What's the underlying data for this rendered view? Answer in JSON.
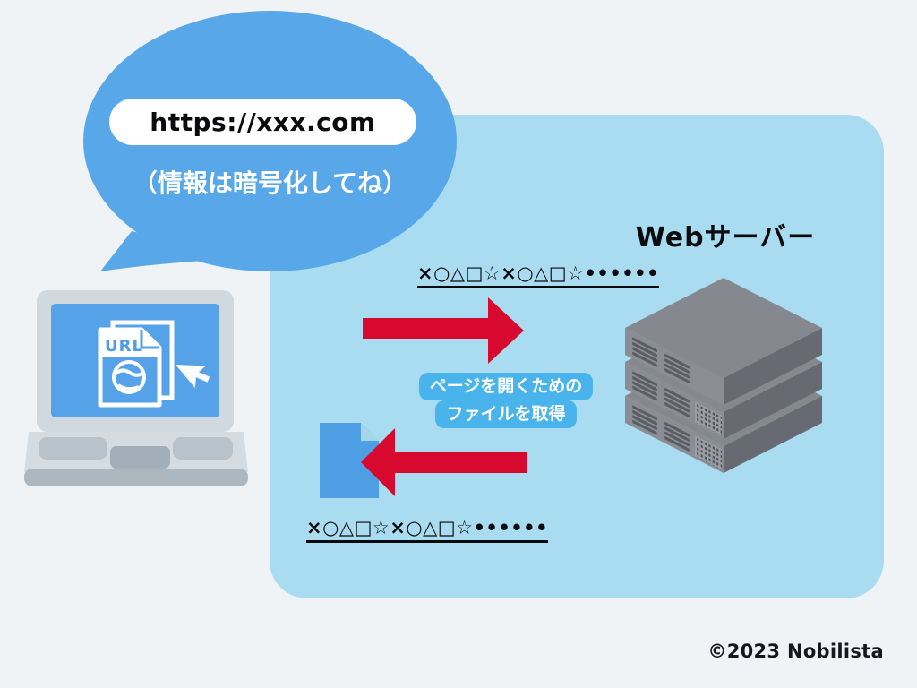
{
  "colors": {
    "background": "#EFF3F6",
    "panel_blue": "#A9DCF0",
    "bubble_blue": "#58A8E9",
    "label_pill_blue": "#49B3EB",
    "arrow_red": "#D8092F",
    "document_blue": "#4E9FE3",
    "server_gray": "#85888F"
  },
  "speech_bubble": {
    "url": "https://xxx.com",
    "note": "（情報は暗号化してね）"
  },
  "laptop": {
    "doc_label": "URL"
  },
  "server": {
    "label": "Webサーバー"
  },
  "request": {
    "encrypted_text": "×○△□☆×○△□☆••••••"
  },
  "response": {
    "encrypted_text": "×○△□☆×○△□☆••••••",
    "label_line1": "ページを開くための",
    "label_line2": "ファイルを取得"
  },
  "footer": {
    "copyright": "©2023 Nobilista"
  }
}
